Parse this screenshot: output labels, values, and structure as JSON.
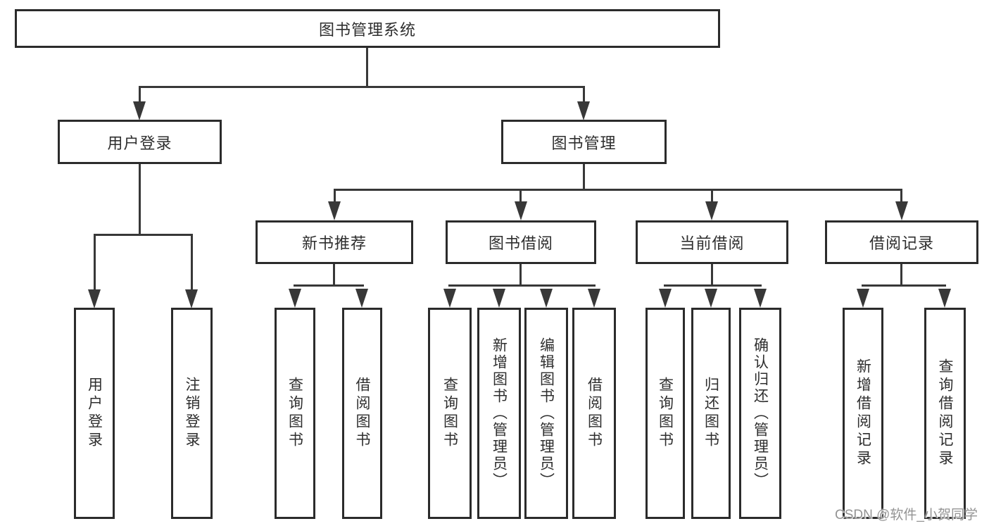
{
  "diagram": {
    "root": {
      "label": "图书管理系统",
      "children": [
        {
          "label": "用户登录",
          "children": [
            {
              "label": "用户登录"
            },
            {
              "label": "注销登录"
            }
          ]
        },
        {
          "label": "图书管理",
          "children": [
            {
              "label": "新书推荐",
              "children": [
                {
                  "label": "查询图书"
                },
                {
                  "label": "借阅图书"
                }
              ]
            },
            {
              "label": "图书借阅",
              "children": [
                {
                  "label": "查询图书"
                },
                {
                  "label": "新增图书（管理员）"
                },
                {
                  "label": "编辑图书（管理员）"
                },
                {
                  "label": "借阅图书"
                }
              ]
            },
            {
              "label": "当前借阅",
              "children": [
                {
                  "label": "查询图书"
                },
                {
                  "label": "归还图书"
                },
                {
                  "label": "确认归还（管理员）"
                }
              ]
            },
            {
              "label": "借阅记录",
              "children": [
                {
                  "label": "新增借阅记录"
                },
                {
                  "label": "查询借阅记录"
                }
              ]
            }
          ]
        }
      ]
    }
  },
  "watermark": {
    "text": "CSDN @软件_小贺同学"
  },
  "colors": {
    "line": "#383838",
    "box_border": "#2b2b2b",
    "text": "#2e2e2e",
    "watermark": "#949494",
    "background": "#ffffff"
  }
}
